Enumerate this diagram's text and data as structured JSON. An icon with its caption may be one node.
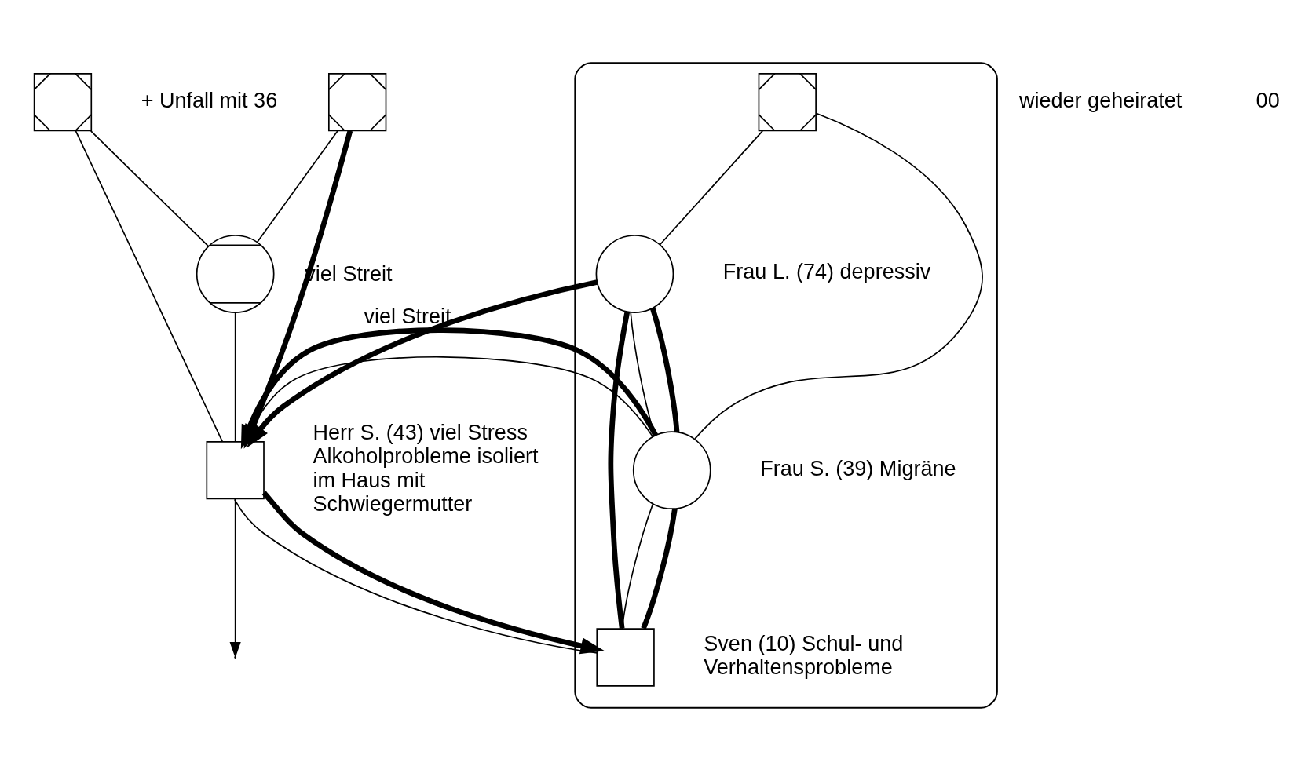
{
  "diagram": {
    "nodes": [
      {
        "text": [],
        "shape": "crossed-box",
        "beside": [
          "+ Unfall mit 36"
        ]
      },
      {
        "text": [],
        "shape": "crossed-circle"
      },
      {
        "text": [],
        "shape": "crossed-box"
      },
      {
        "text": [],
        "shape": "box",
        "beside": [
          "Herr S. (43) viel Stress Alkoholprobleme isoliert im Haus mit Schwiegermutter"
        ]
      },
      {
        "text": [],
        "shape": "cloud"
      },
      {
        "text": [],
        "shape": "crossed-box",
        "in": 4
      },
      {
        "text": [],
        "shape": "circle",
        "in": 4,
        "beside": [
          "Frau L. (74) depressiv"
        ]
      },
      {
        "text": [],
        "shape": "circle",
        "in": 4,
        "beside": [
          "Frau S. (39) Migräne"
        ]
      },
      {
        "text": [],
        "shape": "box",
        "in": 4,
        "beside": [
          "Sven (10) Schul- und Verhaltensprobleme"
        ]
      }
    ],
    "edges": [
      {
        "from": 0,
        "to": 1,
        "arrow": "none"
      },
      {
        "from": 2,
        "to": 1,
        "arrow": "none"
      },
      {
        "from": 0,
        "to": 3,
        "arrow": "none"
      },
      {
        "from": 1,
        "to": 3,
        "arrow": "none"
      },
      {
        "from": 5,
        "to": 6,
        "arrow": "none"
      },
      {
        "from": 5,
        "to": 7,
        "arrow": "none"
      },
      {
        "from": 6,
        "to": 7,
        "arrow": "none"
      },
      {
        "from": 3,
        "to": 7,
        "arrow": "none"
      },
      {
        "from": 3,
        "to": 8,
        "arrow": "none"
      },
      {
        "from": 7,
        "to": 8,
        "arrow": "none"
      },
      {
        "from": 2,
        "to": 3,
        "arrow": "to",
        "style": "thick",
        "label": "viel Streit"
      },
      {
        "from": 3,
        "to": null,
        "arrow": "to"
      },
      {
        "from": 6,
        "to": 3,
        "arrow": "to",
        "style": "thick"
      },
      {
        "from": 7,
        "to": 3,
        "arrow": "to",
        "style": "thick",
        "label": "viel Streit"
      },
      {
        "from": 3,
        "to": 8,
        "arrow": "to",
        "style": "thick"
      },
      {
        "from": 6,
        "to": 8,
        "arrow": "none",
        "style": "thick"
      },
      {
        "from": 6,
        "to": 7,
        "arrow": "none",
        "style": "thick"
      },
      {
        "from": 7,
        "to": 8,
        "arrow": "none",
        "style": "thick"
      }
    ],
    "labels": [
      "wieder geheiratet",
      "00"
    ]
  }
}
